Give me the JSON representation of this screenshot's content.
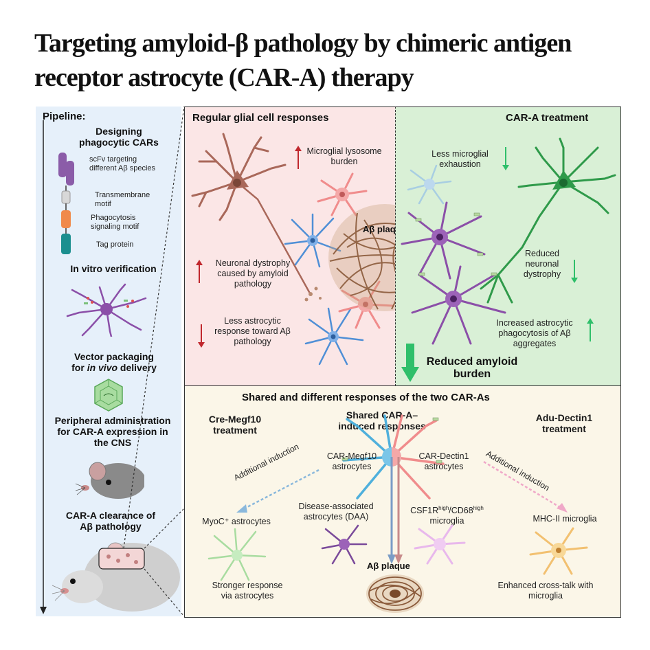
{
  "title": {
    "line1": "Targeting amyloid-β pathology by chimeric antigen",
    "line2": "receptor astrocyte (CAR-A) therapy"
  },
  "pipeline": {
    "heading": "Pipeline:",
    "step1": "Designing phagocytic CARs",
    "car_parts": [
      {
        "label": "scFv targeting different Aβ species",
        "color": "#8b5ca8"
      },
      {
        "label": "Transmembrane motif",
        "color": "#d8d8d8"
      },
      {
        "label": "Phagocytosis signaling motif",
        "color": "#f08a4b"
      },
      {
        "label": "Tag protein",
        "color": "#1b8f8f"
      }
    ],
    "step2": "In vitro verification",
    "step3_a": "Vector packaging",
    "step3_b": "for ",
    "step3_c": "in vivo",
    "step3_d": " delivery",
    "step4": "Peripheral administration for CAR-A expression in the CNS",
    "step5": "CAR-A clearance of Aβ pathology"
  },
  "regular": {
    "heading": "Regular glial cell responses",
    "microglial": "Microglial lysosome burden",
    "neuronal": "Neuronal dystrophy caused by amyloid pathology",
    "astro": "Less astrocytic response toward Aβ pathology",
    "plaque": "Aβ plaque"
  },
  "cara": {
    "heading": "CAR-A treatment",
    "exhaustion": "Less microglial exhaustion",
    "dystrophy": "Reduced neuronal dystrophy",
    "phago": "Increased astrocytic phagocytosis of Aβ aggregates",
    "amyloid": "Reduced amyloid burden"
  },
  "shared": {
    "heading": "Shared and different responses of the two CAR-As",
    "cre_head": "Cre-Megf10 treatment",
    "center_head": "Shared CAR-A–induced responses",
    "adu_head": "Adu-Dectin1 treatment",
    "megf10_astro": "CAR-Megf10 astrocytes",
    "dectin1_astro": "CAR-Dectin1 astrocytes",
    "add_induction_left": "Additional induction",
    "add_induction_right": "Additional induction",
    "myoc": "MyoC⁺ astrocytes",
    "daa": "Disease-associated astrocytes (DAA)",
    "csf_main": "CSF1R",
    "csf_sup1": "high",
    "csf_mid": "/CD68",
    "csf_sup2": "high",
    "csf_tail": "microglia",
    "mhc": "MHC-II microglia",
    "plaque": "Aβ plaque",
    "stronger": "Stronger response via astrocytes",
    "enhanced": "Enhanced cross-talk with microglia"
  },
  "colors": {
    "neuron_red": "#a9685a",
    "neuron_green": "#2f9a4a",
    "astro_purple": "#8b4fa8",
    "astro_blue": "#4f8fd6",
    "microglia_pink": "#f08c8c",
    "arrow_up_red": "#c0272d",
    "arrow_down_green": "#2fbf6a"
  }
}
